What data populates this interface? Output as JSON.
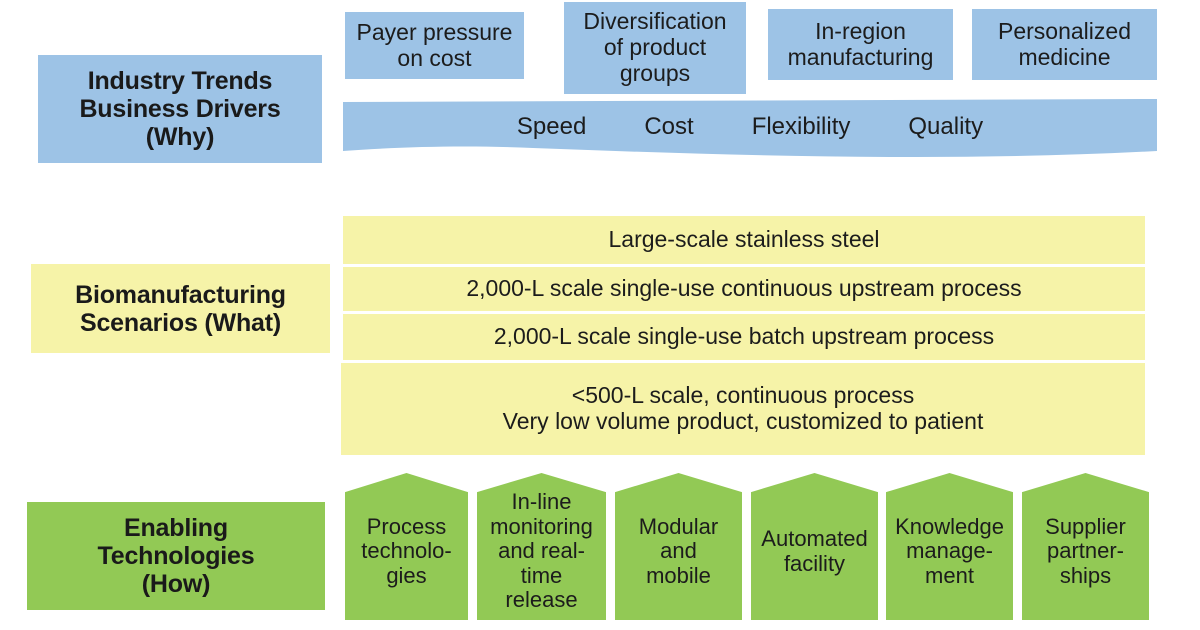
{
  "colors": {
    "blue": "#9DC3E6",
    "yellow": "#F6F3A8",
    "green": "#92C955",
    "text": "#1c1c1c",
    "background": "#ffffff"
  },
  "tiers": [
    {
      "id": "industry-trends",
      "label": "Industry Trends\nBusiness Drivers\n(Why)",
      "color": "#9DC3E6",
      "items": [
        {
          "label": "Payer pressure\non cost"
        },
        {
          "label": "Diversification\nof product\ngroups"
        },
        {
          "label": "In-region\nmanufacturing"
        },
        {
          "label": "Personalized\nmedicine"
        }
      ],
      "ribbon": [
        {
          "label": "Speed"
        },
        {
          "label": "Cost"
        },
        {
          "label": "Flexibility"
        },
        {
          "label": "Quality"
        }
      ]
    },
    {
      "id": "biomanufacturing-scenarios",
      "label": "Biomanufacturing\nScenarios (What)",
      "color": "#F6F3A8",
      "items": [
        {
          "label": "Large-scale stainless steel"
        },
        {
          "label": "2,000-L scale single-use continuous upstream process"
        },
        {
          "label": "2,000-L scale single-use batch upstream process"
        },
        {
          "label": "<500-L scale, continuous process\nVery low volume product, customized to patient"
        }
      ]
    },
    {
      "id": "enabling-technologies",
      "label": "Enabling\nTechnologies\n(How)",
      "color": "#92C955",
      "items": [
        {
          "label": "Process\ntechnolo-\ngies"
        },
        {
          "label": "In-line\nmonitoring\nand real-\ntime\nrelease"
        },
        {
          "label": "Modular\nand\nmobile"
        },
        {
          "label": "Automated\nfacility"
        },
        {
          "label": "Knowledge\nmanage-\nment"
        },
        {
          "label": "Supplier\npartner-\nships"
        }
      ]
    }
  ]
}
